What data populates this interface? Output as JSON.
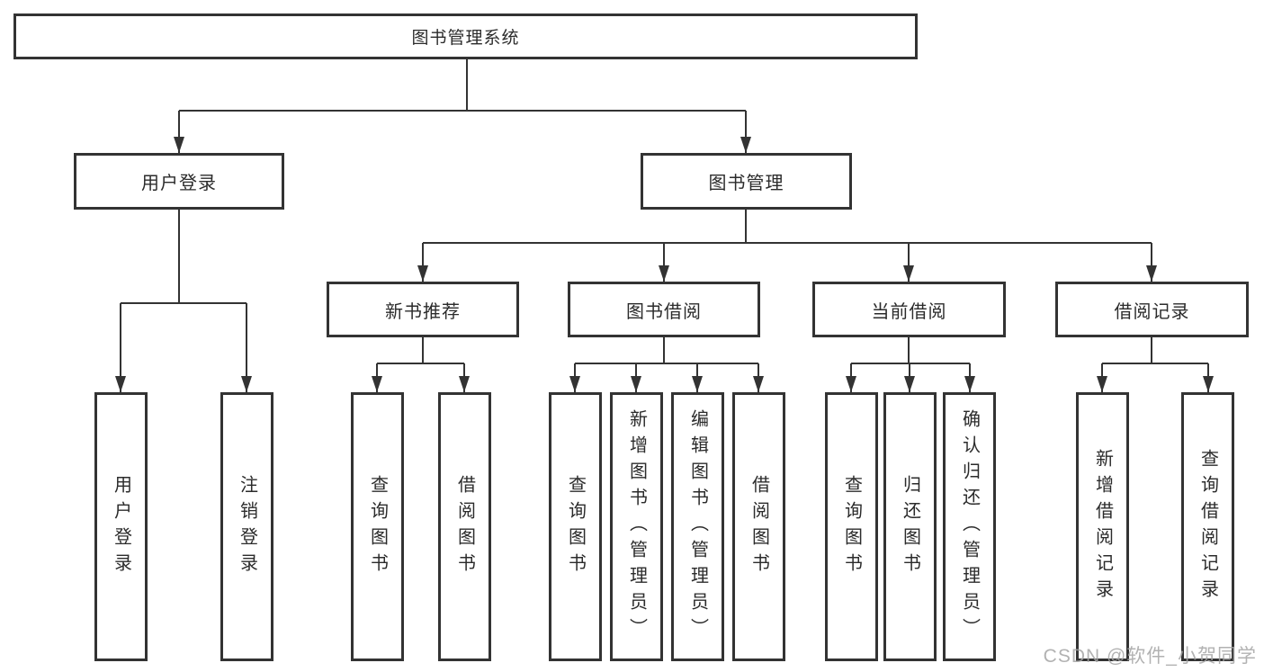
{
  "tree": {
    "root": {
      "label": "图书管理系统",
      "children": [
        {
          "label": "用户登录",
          "children": [
            {
              "label": "用户登录"
            },
            {
              "label": "注销登录"
            }
          ]
        },
        {
          "label": "图书管理",
          "children": [
            {
              "label": "新书推荐",
              "children": [
                {
                  "label": "查询图书"
                },
                {
                  "label": "借阅图书"
                }
              ]
            },
            {
              "label": "图书借阅",
              "children": [
                {
                  "label": "查询图书"
                },
                {
                  "label": "新增图书（管理员）"
                },
                {
                  "label": "编辑图书（管理员）"
                },
                {
                  "label": "借阅图书"
                }
              ]
            },
            {
              "label": "当前借阅",
              "children": [
                {
                  "label": "查询图书"
                },
                {
                  "label": "归还图书"
                },
                {
                  "label": "确认归还（管理员）"
                }
              ]
            },
            {
              "label": "借阅记录",
              "children": [
                {
                  "label": "新增借阅记录"
                },
                {
                  "label": "查询借阅记录"
                }
              ]
            }
          ]
        }
      ]
    }
  },
  "watermark": {
    "text": "CSDN @软件_小贺同学"
  },
  "colors": {
    "line": "#333333",
    "box_border": "#333333",
    "text": "#2b2b2b",
    "watermark": "#a5a5a5",
    "background": "#ffffff"
  }
}
